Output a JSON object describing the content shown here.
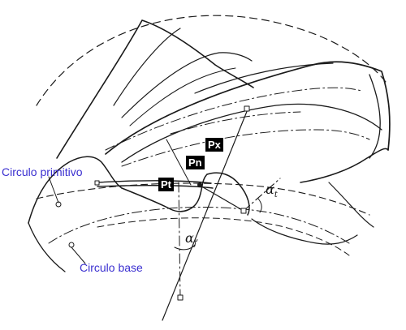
{
  "labels": {
    "pitch_circle": "Circulo primitivo",
    "base_circle": "Circulo base"
  },
  "tags": {
    "px": "Px",
    "pn": "Pn",
    "pt": "Pt"
  },
  "angles": {
    "alpha_t_symbol": "α",
    "alpha_t_subscript": "t",
    "alpha_f_symbol": "α",
    "alpha_f_subscript": "f"
  },
  "colors": {
    "label_text": "#3a2fd0",
    "tag_bg": "#000000",
    "tag_text": "#ffffff",
    "line": "#1a1a1a"
  }
}
